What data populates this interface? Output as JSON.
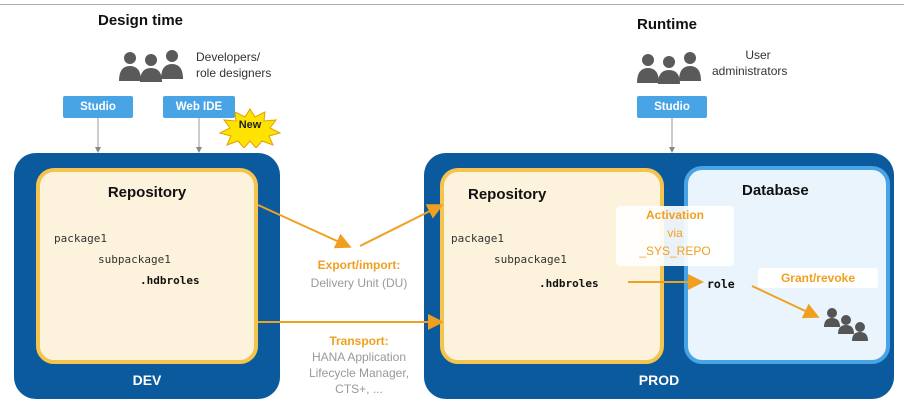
{
  "design_time": {
    "title": "Design time",
    "actors_line1": "Developers/",
    "actors_line2": "role designers",
    "tool_studio": "Studio",
    "tool_webide": "Web IDE",
    "new_badge": "New"
  },
  "runtime": {
    "title": "Runtime",
    "actors_line1": "User",
    "actors_line2": "administrators",
    "tool_studio": "Studio"
  },
  "dev": {
    "label": "DEV",
    "repo_title": "Repository",
    "pkg": "package1",
    "subpkg": "subpackage1",
    "file": ".hdbroles"
  },
  "prod": {
    "label": "PROD",
    "repo_title": "Repository",
    "pkg": "package1",
    "subpkg": "subpackage1",
    "file": ".hdbroles",
    "db_title": "Database",
    "activation_line1": "Activation",
    "activation_line2": "via",
    "activation_line3": "_SYS_REPO",
    "role": "role",
    "grant": "Grant/revoke"
  },
  "middle": {
    "export_line1": "Export/import:",
    "export_line2": "Delivery Unit (DU)",
    "transport_line1": "Transport:",
    "transport_line2": "HANA Application",
    "transport_line3": "Lifecycle Manager,",
    "transport_line4": "CTS+, ..."
  },
  "colors": {
    "panel": "#0b5a9e",
    "repo_fill": "#fdf3dc",
    "repo_border": "#f5c44e",
    "db_fill": "#e9f4fc",
    "db_border": "#49a4e6",
    "accent_orange": "#f0a020",
    "tool_button": "#49a4e6"
  }
}
